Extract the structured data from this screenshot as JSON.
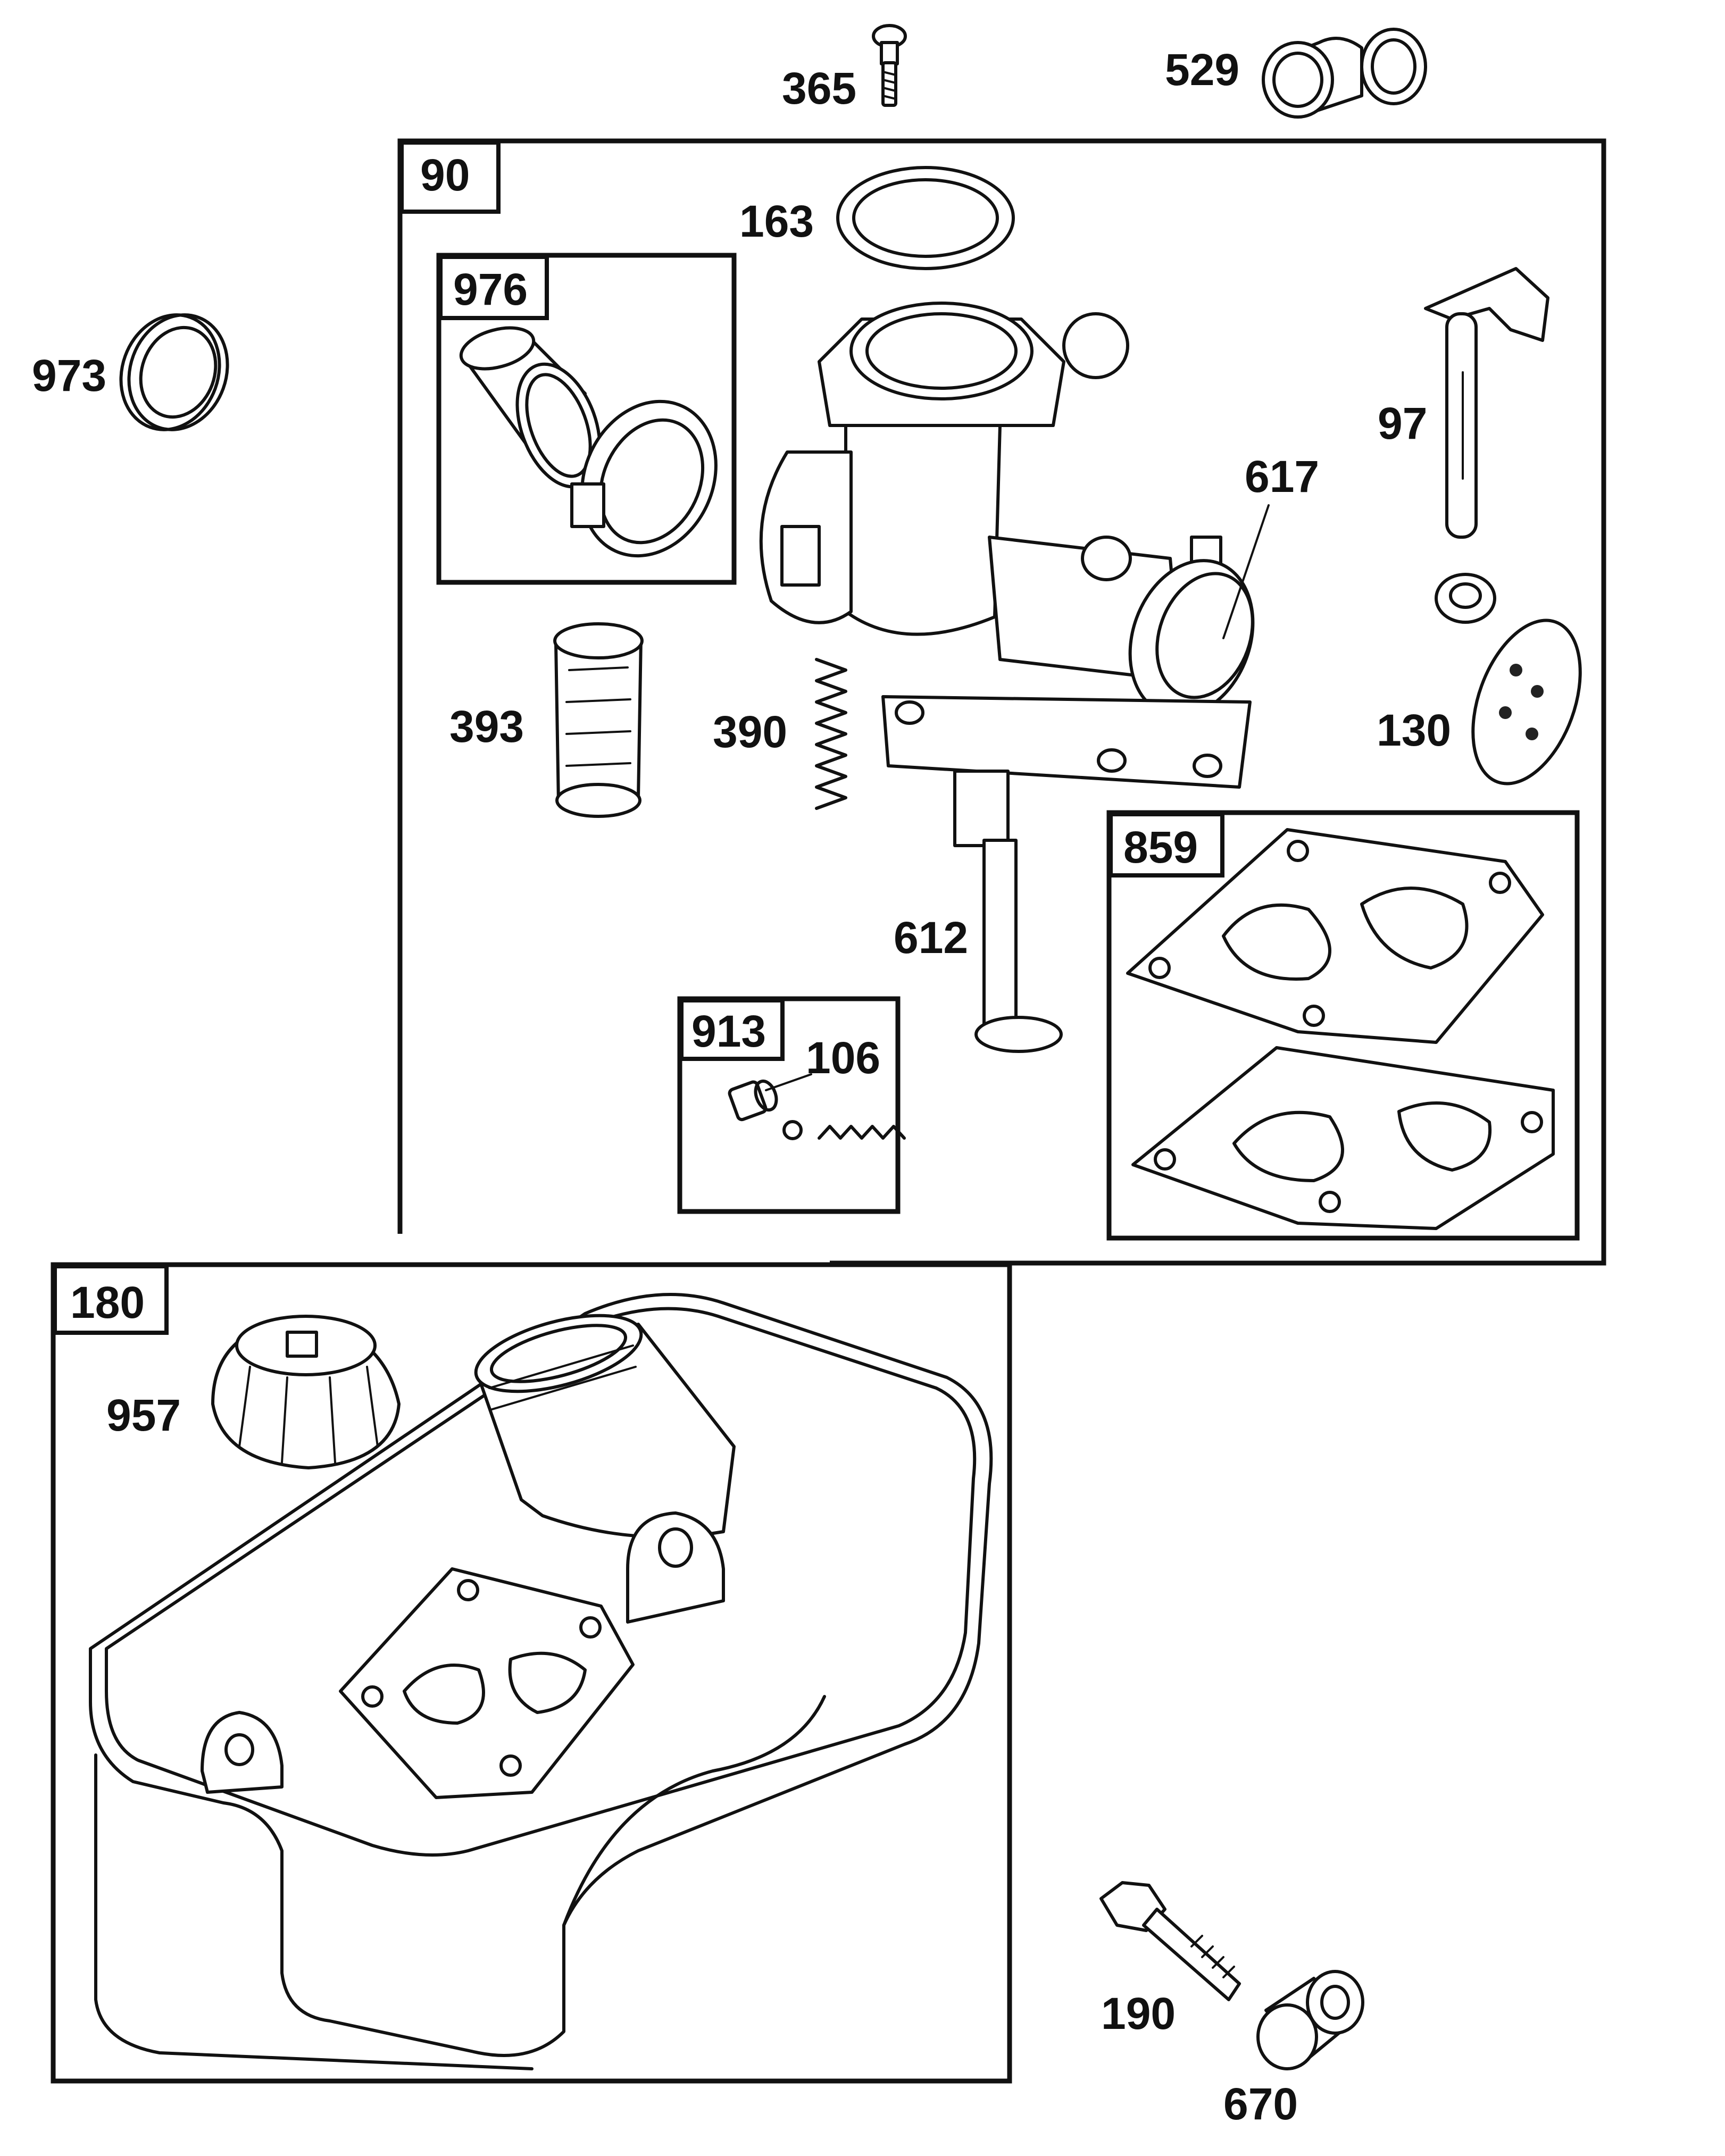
{
  "parts": {
    "p365": "365",
    "p529": "529",
    "p90": "90",
    "p163": "163",
    "p976": "976",
    "p973": "973",
    "p97": "97",
    "p617": "617",
    "p393": "393",
    "p390": "390",
    "p130": "130",
    "p859": "859",
    "p612": "612",
    "p913": "913",
    "p106": "106",
    "p180": "180",
    "p957": "957",
    "p190": "190",
    "p670": "670"
  }
}
